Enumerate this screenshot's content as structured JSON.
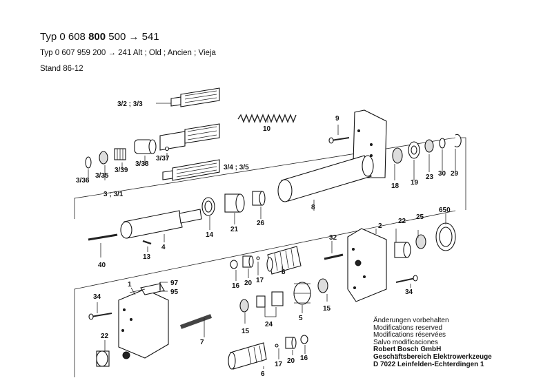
{
  "header": {
    "typ_prefix": "Typ 0 608",
    "typ_bold": "800",
    "typ_suffix": "500 → 541",
    "old_type": "Typ 0 607 959 200 → 241  Alt ; Old ; Ancien ; Vieja",
    "stand": "Stand  86-12"
  },
  "labels": {
    "l32": "3/2 ; 3/3",
    "l10": "10",
    "l9": "9",
    "l336": "3/36",
    "l335": "3/35",
    "l339": "3/39",
    "l338": "3/38",
    "l337": "3/37",
    "l345": "3/4 ; 3/5",
    "l331": "3 ; 3/1",
    "l18": "18",
    "l19": "19",
    "l23": "23",
    "l30": "30",
    "l29": "29",
    "l8": "8",
    "l14": "14",
    "l21": "21",
    "l26": "26",
    "l650": "650",
    "l2": "2",
    "l22a": "22",
    "l25": "25",
    "l40": "40",
    "l4": "4",
    "l13": "13",
    "l32b": "32",
    "l6a": "6",
    "l16a": "16",
    "l20a": "20",
    "l17a": "17",
    "l97": "97",
    "l95": "95",
    "l1": "1",
    "l34a": "34",
    "l34b": "34",
    "l15a": "15",
    "l5": "5",
    "l24": "24",
    "l15b": "15",
    "l7": "7",
    "l22b": "22",
    "l6b": "6",
    "l17b": "17",
    "l20b": "20",
    "l16b": "16"
  },
  "notes": {
    "line1": "Änderungen vorbehalten",
    "line2": "Modifications reserved",
    "line3": "Modifications réservées",
    "line4": "Salvo modificaciones",
    "company1": "Robert Bosch GmbH",
    "company2": "Geschäftsbereich Elektrowerkzeuge",
    "company3": "D 7022 Leinfelden-Echterdingen 1"
  }
}
